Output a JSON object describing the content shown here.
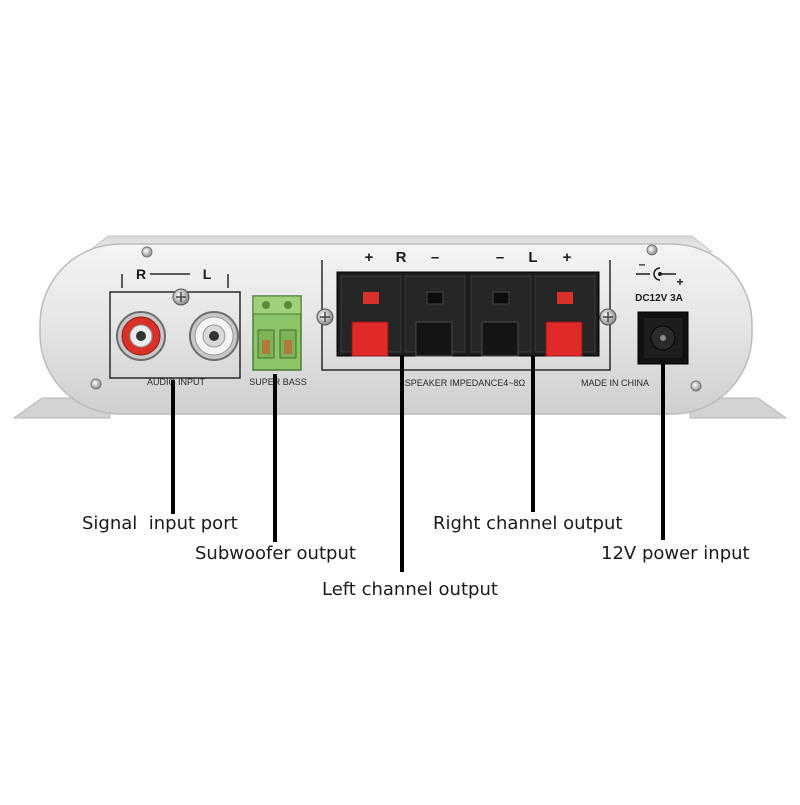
{
  "panel": {
    "rca_group_label": "AUDIO INPUT",
    "rca_right_letter": "R",
    "rca_left_letter": "L",
    "bass_label": "SUPER BASS",
    "speaker_r_plus": "+",
    "speaker_r_letter": "R",
    "speaker_r_minus": "–",
    "speaker_l_minus": "–",
    "speaker_l_letter": "L",
    "speaker_l_plus": "+",
    "impedance_label": "SPEAKER IMPEDANCE4~8Ω",
    "origin_label": "MADE IN CHINA",
    "dc_rating": "DC12V 3A",
    "dc_minus": "–",
    "dc_plus": "+"
  },
  "callouts": {
    "signal_input": "Signal  input port",
    "subwoofer": "Subwoofer output",
    "left_channel": "Left channel output",
    "right_channel": "Right channel output",
    "power_input": "12V power input"
  },
  "colors": {
    "body_silver": "#e6e6e6",
    "red_jack": "#d8312a",
    "green_terminal": "#8cc468",
    "terminal_black": "#1c1c1c"
  }
}
